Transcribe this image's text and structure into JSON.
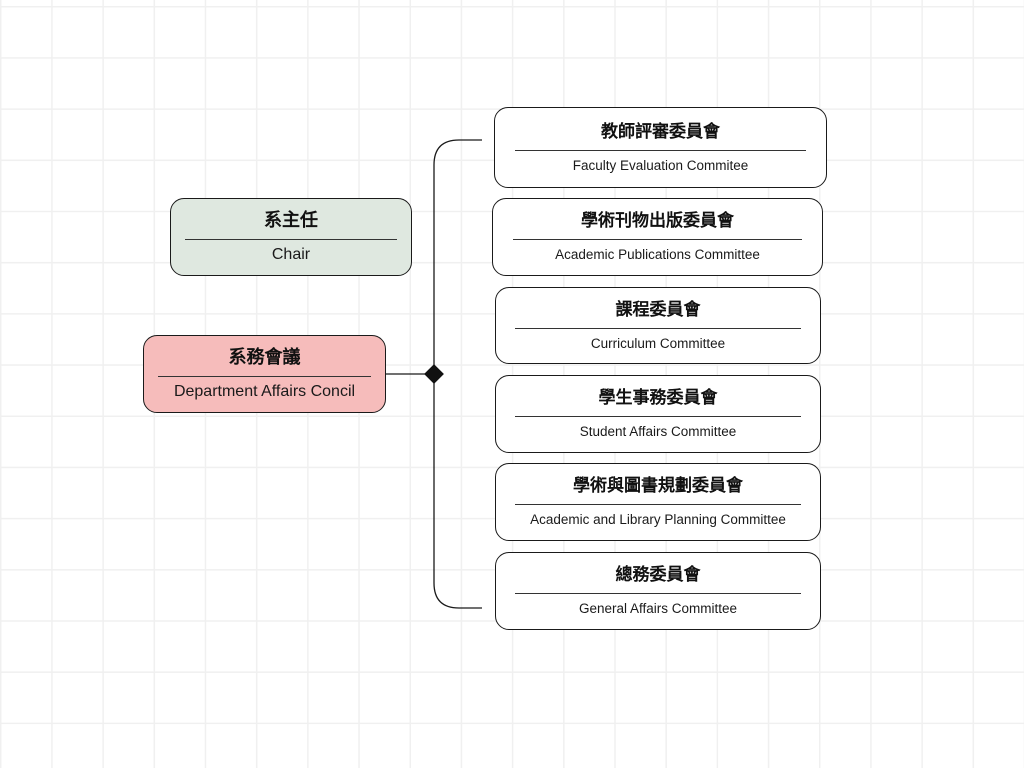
{
  "chair": {
    "title_zh": "系主任",
    "title_en": "Chair"
  },
  "department": {
    "title_zh": "系務會議",
    "title_en": "Department Affairs Concil"
  },
  "committees": [
    {
      "title_zh": "教師評審委員會",
      "title_en": "Faculty Evaluation Commitee"
    },
    {
      "title_zh": "學術刊物出版委員會",
      "title_en": "Academic Publications Committee"
    },
    {
      "title_zh": "課程委員會",
      "title_en": "Curriculum Committee"
    },
    {
      "title_zh": "學生事務委員會",
      "title_en": "Student Affairs Committee"
    },
    {
      "title_zh": "學術與圖書規劃委員會",
      "title_en": "Academic and Library Planning Committee"
    },
    {
      "title_zh": "總務委員會",
      "title_en": "General Affairs Committee"
    }
  ],
  "colors": {
    "chair_fill": "#dfe8e0",
    "department_fill": "#f6bcbb",
    "committee_fill": "#ffffff",
    "stroke": "#1a1a1a"
  }
}
